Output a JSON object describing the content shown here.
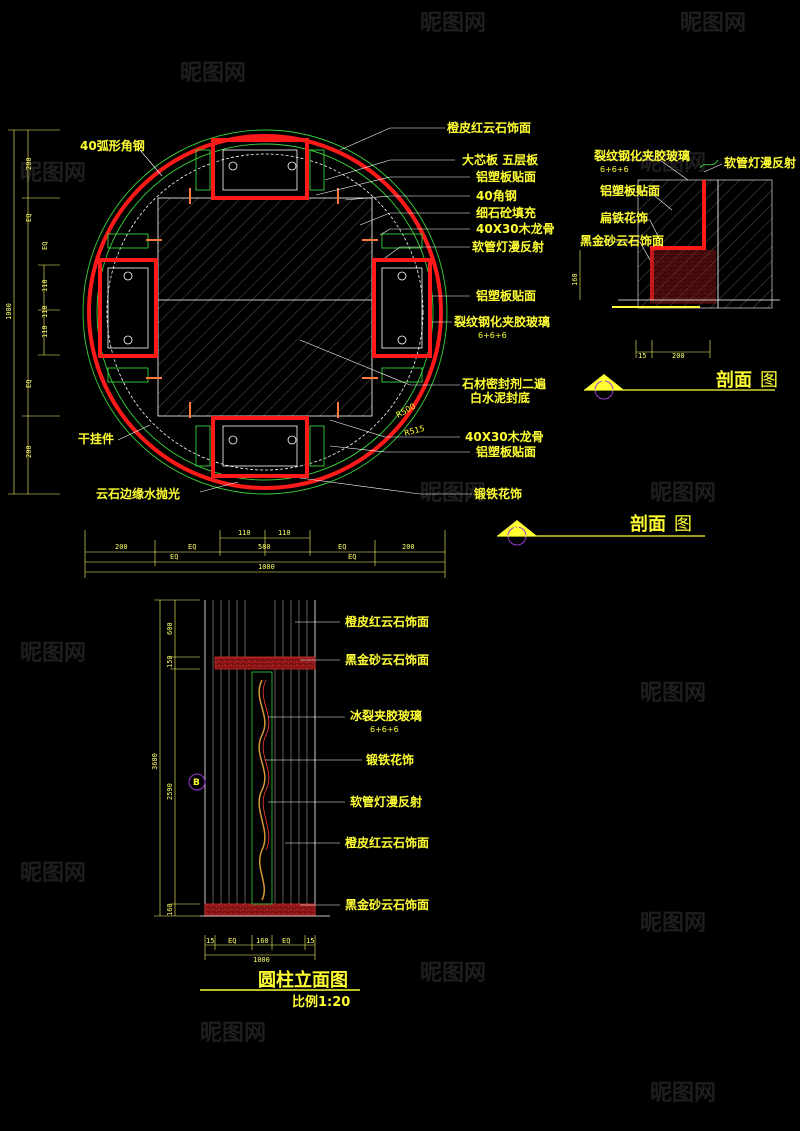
{
  "plan_labels": {
    "arc_angle_steel": "40弧形角钢",
    "orange_stone_top": "橙皮红云石饰面",
    "core_board": "大芯板  五层板",
    "aluminum_panel_1": "铝塑板贴面",
    "angle_steel_40": "40角钢",
    "fine_concrete": "细石砼填充",
    "wood_keel_1": "40X30木龙骨",
    "hose_light_1": "软管灯漫反射",
    "aluminum_panel_2": "铝塑板贴面",
    "crackle_glass_1": "裂纹钢化夹胶玻璃",
    "crackle_glass_1_spec": "6+6+6",
    "sealant_1": "石材密封剂二遍",
    "sealant_2": "白水泥封底",
    "wood_keel_2": "40X30木龙骨",
    "aluminum_panel_3": "铝塑板贴面",
    "dry_hanger": "干挂件",
    "stone_edge": "云石边缘水抛光",
    "wrought_iron_1": "锻铁花饰",
    "radius_1": "R500",
    "radius_2": "R515"
  },
  "section_a": {
    "glass": "裂纹钢化夹胶玻璃",
    "glass_spec": "6+6+6",
    "aluminum": "铝塑板贴面",
    "flat_iron": "扁铁花饰",
    "black_stone": "黑金砂云石饰面",
    "hose_light": "软管灯漫反射",
    "dim_160": "160",
    "dim_15": "15",
    "dim_200": "200",
    "tag": "A",
    "title_main": "剖面",
    "title_tail": "图"
  },
  "section_b": {
    "tag": "B",
    "title_main": "剖面",
    "title_tail": "图"
  },
  "plan_dims_left": [
    "200",
    "EQ",
    "110",
    "110",
    "EQ",
    "200",
    "1000"
  ],
  "plan_dims_left_extra": [
    "EQ",
    "110"
  ],
  "plan_dims_bottom": {
    "row1": [
      "110",
      "110"
    ],
    "row2": [
      "200",
      "EQ",
      "580",
      "EQ",
      "200"
    ],
    "row3": [
      "EQ",
      "EQ"
    ],
    "row4": "1000"
  },
  "elevation_labels": {
    "orange_stone_1": "橙皮红云石饰面",
    "black_stone_1": "黑金砂云石饰面",
    "ice_glass": "冰裂夹胶玻璃",
    "ice_glass_spec": "6+6+6",
    "wrought_iron": "锻铁花饰",
    "hose_light": "软管灯漫反射",
    "orange_stone_2": "橙皮红云石饰面",
    "black_stone_2": "黑金砂云石饰面",
    "tag_b": "B"
  },
  "elevation_dims": {
    "d600": "600",
    "d150": "150",
    "d3600": "3600",
    "d2590": "2590",
    "d160": "160",
    "bottom_row": [
      "15",
      "EQ",
      "160",
      "EQ",
      "15"
    ],
    "bottom_total": "1000"
  },
  "elevation_title": "圆柱立面图",
  "elevation_scale": "比例1:20",
  "watermark": "昵图网",
  "colors": {
    "background": "#000000",
    "text": "#ffff33",
    "stone": "#ff1a1a",
    "frame": "#39d339",
    "lines": "#ffffff"
  }
}
